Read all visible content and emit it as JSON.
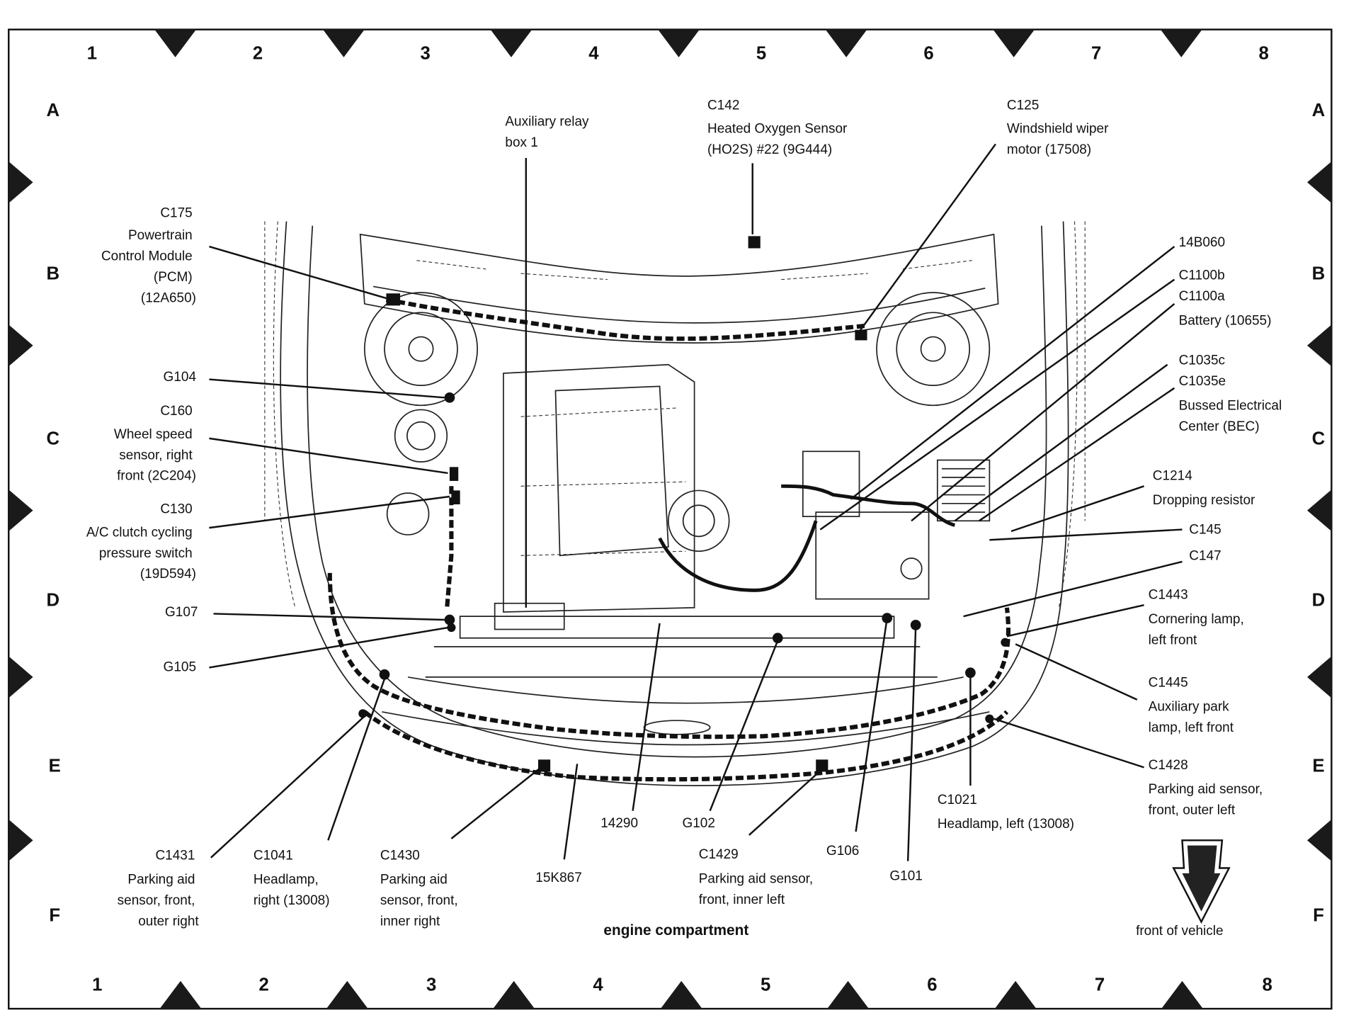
{
  "diagram": {
    "title": "engine compartment",
    "orientation_label": "front of vehicle",
    "orientation_icon": "down-arrow-icon",
    "grid": {
      "columns": [
        "1",
        "2",
        "3",
        "4",
        "5",
        "6",
        "7",
        "8"
      ],
      "rows": [
        "A",
        "B",
        "C",
        "D",
        "E",
        "F"
      ]
    },
    "callouts": [
      {
        "id": "aux-relay-box",
        "lines": [
          "Auxiliary relay",
          "box 1"
        ]
      },
      {
        "id": "c142",
        "lines": [
          "C142",
          "Heated Oxygen Sensor",
          "(HO2S) #22 (9G444)"
        ]
      },
      {
        "id": "c125",
        "lines": [
          "C125",
          "Windshield wiper",
          "motor (17508)"
        ]
      },
      {
        "id": "c175",
        "lines": [
          "C175",
          "Powertrain",
          "Control Module",
          "(PCM)",
          "(12A650)"
        ]
      },
      {
        "id": "g104",
        "lines": [
          "G104"
        ]
      },
      {
        "id": "c160",
        "lines": [
          "C160",
          "Wheel speed",
          "sensor, right",
          "front (2C204)"
        ]
      },
      {
        "id": "c130",
        "lines": [
          "C130",
          "A/C clutch cycling",
          "pressure switch",
          "(19D594)"
        ]
      },
      {
        "id": "g107",
        "lines": [
          "G107"
        ]
      },
      {
        "id": "g105",
        "lines": [
          "G105"
        ]
      },
      {
        "id": "14b060",
        "lines": [
          "14B060"
        ]
      },
      {
        "id": "c1100",
        "lines": [
          "C1100b",
          "C1100a",
          "Battery (10655)"
        ]
      },
      {
        "id": "c1035",
        "lines": [
          "C1035c",
          "C1035e",
          "Bussed Electrical",
          "Center (BEC)"
        ]
      },
      {
        "id": "c1214",
        "lines": [
          "C1214",
          "Dropping resistor"
        ]
      },
      {
        "id": "c145",
        "lines": [
          "C145"
        ]
      },
      {
        "id": "c147",
        "lines": [
          "C147"
        ]
      },
      {
        "id": "c1443",
        "lines": [
          "C1443",
          "Cornering lamp,",
          "left front"
        ]
      },
      {
        "id": "c1445",
        "lines": [
          "C1445",
          "Auxiliary park",
          "lamp, left front"
        ]
      },
      {
        "id": "c1428",
        "lines": [
          "C1428",
          "Parking aid sensor,",
          "front, outer left"
        ]
      },
      {
        "id": "c1021",
        "lines": [
          "C1021",
          "Headlamp, left (13008)"
        ]
      },
      {
        "id": "c1431",
        "lines": [
          "C1431",
          "Parking aid",
          "sensor, front,",
          "outer right"
        ]
      },
      {
        "id": "c1041",
        "lines": [
          "C1041",
          "Headlamp,",
          "right (13008)"
        ]
      },
      {
        "id": "c1430",
        "lines": [
          "C1430",
          "Parking aid",
          "sensor, front,",
          "inner right"
        ]
      },
      {
        "id": "15k867",
        "lines": [
          "15K867"
        ]
      },
      {
        "id": "14290",
        "lines": [
          "14290"
        ]
      },
      {
        "id": "g102",
        "lines": [
          "G102"
        ]
      },
      {
        "id": "c1429",
        "lines": [
          "C1429",
          "Parking aid sensor,",
          "front, inner left"
        ]
      },
      {
        "id": "g106",
        "lines": [
          "G106"
        ]
      },
      {
        "id": "g101",
        "lines": [
          "G101"
        ]
      }
    ]
  }
}
